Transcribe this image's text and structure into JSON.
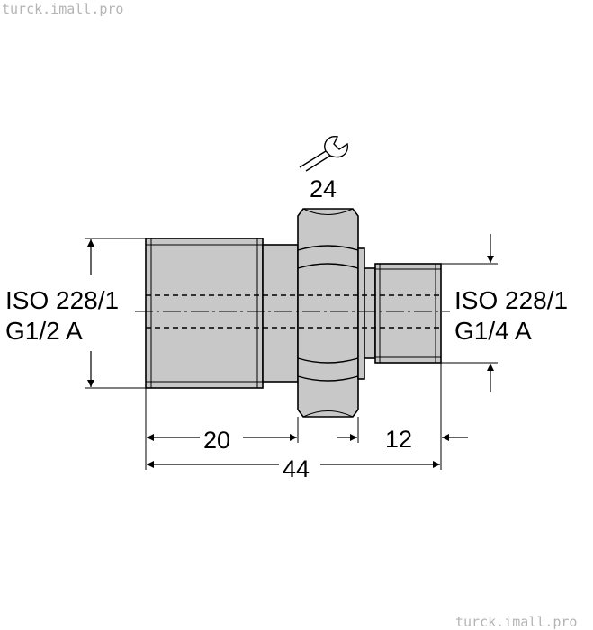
{
  "watermark": "turck.imall.pro",
  "wrench_size": "24",
  "left_thread": {
    "line1": "ISO 228/1",
    "line2": "G1/2 A"
  },
  "right_thread": {
    "line1": "ISO 228/1",
    "line2": "G1/4 A"
  },
  "dimensions": {
    "left_length": "20",
    "right_length": "12",
    "total_length": "44"
  },
  "icons": {
    "wrench": "wrench-icon"
  }
}
